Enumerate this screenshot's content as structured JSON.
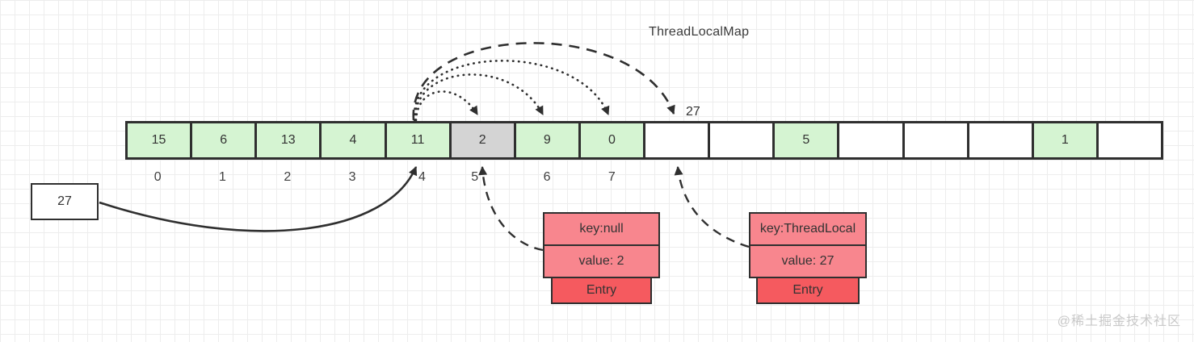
{
  "title": "ThreadLocalMap",
  "hash_arrow_label": "27",
  "source_box": {
    "label": "27"
  },
  "array": {
    "cells": [
      {
        "value": "15",
        "state": "filled"
      },
      {
        "value": "6",
        "state": "filled"
      },
      {
        "value": "13",
        "state": "filled"
      },
      {
        "value": "4",
        "state": "filled"
      },
      {
        "value": "11",
        "state": "filled"
      },
      {
        "value": "2",
        "state": "stale"
      },
      {
        "value": "9",
        "state": "filled"
      },
      {
        "value": "0",
        "state": "filled"
      },
      {
        "value": "",
        "state": "empty"
      },
      {
        "value": "",
        "state": "empty"
      },
      {
        "value": "5",
        "state": "filled"
      },
      {
        "value": "",
        "state": "empty"
      },
      {
        "value": "",
        "state": "empty"
      },
      {
        "value": "",
        "state": "empty"
      },
      {
        "value": "1",
        "state": "filled"
      },
      {
        "value": "",
        "state": "empty"
      }
    ],
    "index_labels": [
      "0",
      "1",
      "2",
      "3",
      "4",
      "5",
      "6",
      "7"
    ]
  },
  "entries": [
    {
      "key": "key:null",
      "value": "value: 2",
      "tag": "Entry"
    },
    {
      "key": "key:ThreadLocal",
      "value": "value: 27",
      "tag": "Entry"
    }
  ],
  "watermark": "@稀土掘金技术社区",
  "colors": {
    "filled": "#d5f4d2",
    "stale": "#d4d4d4",
    "empty": "#ffffff",
    "entry-row": "#f8868e",
    "entry-tag": "#f55a5f",
    "stroke": "#2f2f2f"
  }
}
